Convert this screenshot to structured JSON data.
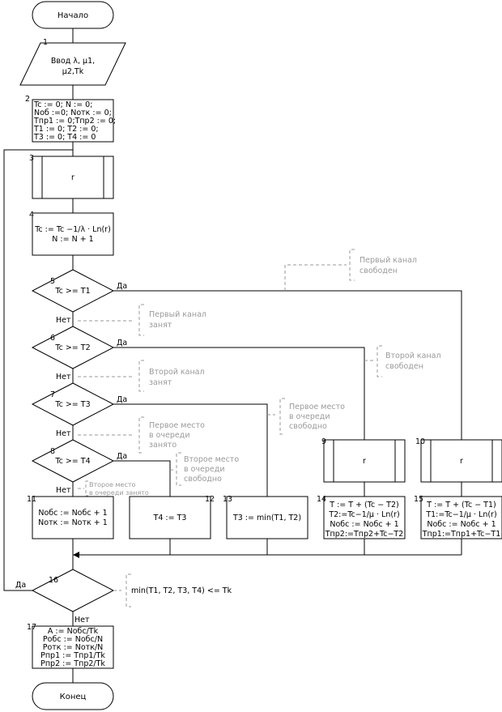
{
  "start": "Начало",
  "end": "Конец",
  "yes": "Да",
  "no": "Нет",
  "b1": {
    "num": "1",
    "lines": [
      "Ввод λ, μ1,",
      "μ2,Tk"
    ]
  },
  "b2": {
    "num": "2",
    "lines": [
      "Tc := 0; N := 0;",
      "Nоб :=0; Nотк := 0;",
      "Tпр1 := 0;Tпр2 := 0;",
      "T1 := 0; T2 := 0;",
      "T3 := 0; T4 := 0"
    ]
  },
  "b3": {
    "num": "3",
    "label": "r"
  },
  "b4": {
    "num": "4",
    "lines": [
      "Tc := Tc −1/λ · Ln(r)",
      "N := N + 1"
    ]
  },
  "d5": {
    "num": "5",
    "cond": "Tc >= T1"
  },
  "d6": {
    "num": "6",
    "cond": "Tc >= T2"
  },
  "d7": {
    "num": "7",
    "cond": "Tc >= T3"
  },
  "d8": {
    "num": "8",
    "cond": "Tc >= T4"
  },
  "b9": {
    "num": "9",
    "label": "r"
  },
  "b10": {
    "num": "10",
    "label": "r"
  },
  "b11": {
    "num": "11",
    "lines": [
      "Nобс := Nобс + 1",
      "Nотк := Nотк + 1"
    ]
  },
  "b12": {
    "num": "12",
    "text": "T4 := T3"
  },
  "b13": {
    "num": "13",
    "text": "T3 := min(T1, T2)"
  },
  "b14": {
    "num": "14",
    "lines": [
      "T := T + (Tc − T2)",
      "T2:=Tc−1/μ · Ln(r)",
      "Nобс := Nобс + 1",
      "Tпр2:=Tпр2+Tc−T2"
    ]
  },
  "b15": {
    "num": "15",
    "lines": [
      "T := T + (Tc − T1)",
      "T1:=Tc−1/μ · Ln(r)",
      "Nобс := Nобс + 1",
      "Tпр1:=Tпр1+Tc−T1"
    ]
  },
  "d16": {
    "num": "16",
    "cond": "min(T1, T2, T3, T4) <= Tk"
  },
  "b17": {
    "num": "17",
    "lines": [
      "A := Nобс/Tk",
      "Pобс := Nобс/N",
      "Pотк := Nотк/N",
      "Pпр1 := Tпр1/Tk",
      "Pпр2 := Tпр2/Tk"
    ]
  },
  "comments": {
    "c1": [
      "Первый канал",
      "свободен"
    ],
    "c2": [
      "Первый канал",
      "занят"
    ],
    "c3": [
      "Второй канал",
      "свободен"
    ],
    "c4": [
      "Второй канал",
      "занят"
    ],
    "c5": [
      "Первое место",
      "в очереди",
      "свободно"
    ],
    "c6": [
      "Первое место",
      "в очереди",
      "занято"
    ],
    "c7": [
      "Второе место",
      "в очереди",
      "свободно"
    ],
    "c8": [
      "Второе место",
      "в очереди занято"
    ]
  }
}
